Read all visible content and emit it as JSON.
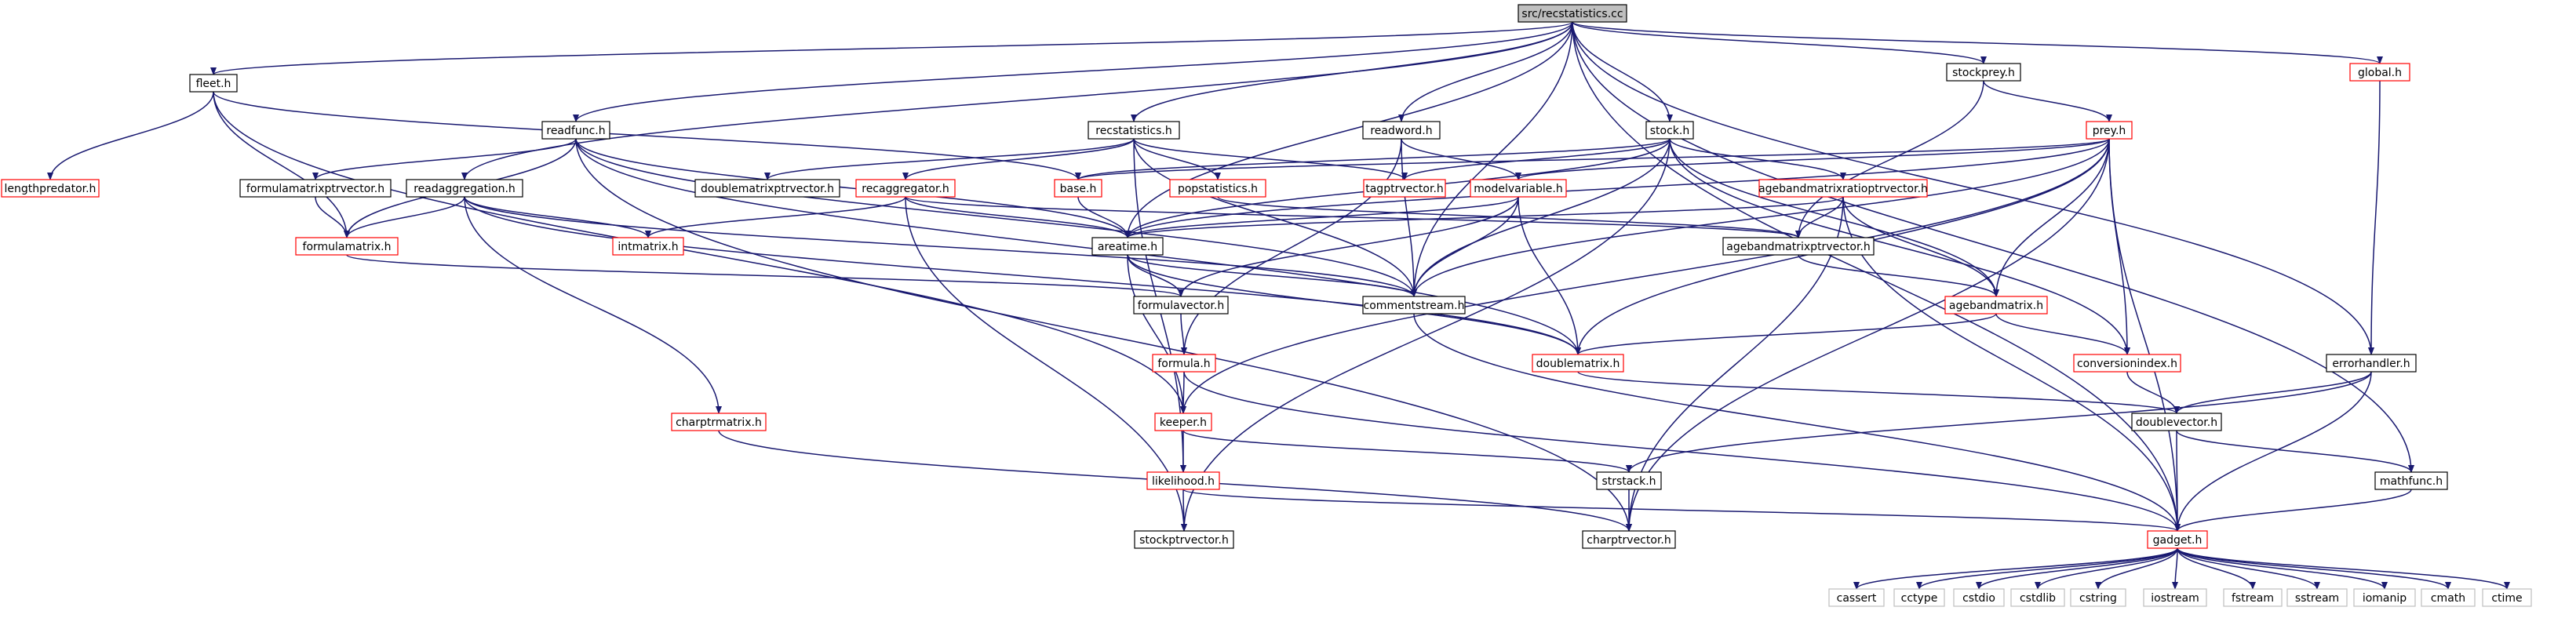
{
  "graph": {
    "colors": {
      "edge": "#191970",
      "node_border_default": "#000000",
      "node_border_missing": "#ff0000",
      "node_border_system": "#bfbfbf",
      "root_fill": "#bfbfbf",
      "node_fill": "#ffffff",
      "text": "#000000"
    },
    "nodes": [
      {
        "id": "recstatistics_cc",
        "label": "src/recstatistics.cc",
        "kind": "root"
      },
      {
        "id": "fleet_h",
        "label": "fleet.h",
        "kind": "normal"
      },
      {
        "id": "readfunc_h",
        "label": "readfunc.h",
        "kind": "normal"
      },
      {
        "id": "recstatistics_h",
        "label": "recstatistics.h",
        "kind": "normal"
      },
      {
        "id": "readword_h",
        "label": "readword.h",
        "kind": "normal"
      },
      {
        "id": "stock_h",
        "label": "stock.h",
        "kind": "normal"
      },
      {
        "id": "stockprey_h",
        "label": "stockprey.h",
        "kind": "normal"
      },
      {
        "id": "global_h",
        "label": "global.h",
        "kind": "missing"
      },
      {
        "id": "lengthpredator_h",
        "label": "lengthpredator.h",
        "kind": "missing"
      },
      {
        "id": "formulamatrixptrvector_h",
        "label": "formulamatrixptrvector.h",
        "kind": "normal"
      },
      {
        "id": "readaggregation_h",
        "label": "readaggregation.h",
        "kind": "normal"
      },
      {
        "id": "doublematrixptrvector_h",
        "label": "doublematrixptrvector.h",
        "kind": "normal"
      },
      {
        "id": "recaggregator_h",
        "label": "recaggregator.h",
        "kind": "missing"
      },
      {
        "id": "popstatistics_h",
        "label": "popstatistics.h",
        "kind": "missing"
      },
      {
        "id": "base_h",
        "label": "base.h",
        "kind": "missing"
      },
      {
        "id": "tagptrvector_h",
        "label": "tagptrvector.h",
        "kind": "missing"
      },
      {
        "id": "modelvariable_h",
        "label": "modelvariable.h",
        "kind": "missing"
      },
      {
        "id": "agebandmatrixratioptrvector_h",
        "label": "agebandmatrixratioptrvector.h",
        "kind": "missing"
      },
      {
        "id": "prey_h",
        "label": "prey.h",
        "kind": "missing"
      },
      {
        "id": "formulamatrix_h",
        "label": "formulamatrix.h",
        "kind": "missing"
      },
      {
        "id": "intmatrix_h",
        "label": "intmatrix.h",
        "kind": "missing"
      },
      {
        "id": "areatime_h",
        "label": "areatime.h",
        "kind": "normal"
      },
      {
        "id": "agebandmatrixptrvector_h",
        "label": "agebandmatrixptrvector.h",
        "kind": "normal"
      },
      {
        "id": "formulavector_h",
        "label": "formulavector.h",
        "kind": "normal"
      },
      {
        "id": "commentstream_h",
        "label": "commentstream.h",
        "kind": "normal"
      },
      {
        "id": "agebandmatrix_h",
        "label": "agebandmatrix.h",
        "kind": "missing"
      },
      {
        "id": "formula_h",
        "label": "formula.h",
        "kind": "missing"
      },
      {
        "id": "doublematrix_h",
        "label": "doublematrix.h",
        "kind": "missing"
      },
      {
        "id": "conversionindex_h",
        "label": "conversionindex.h",
        "kind": "missing"
      },
      {
        "id": "errorhandler_h",
        "label": "errorhandler.h",
        "kind": "normal"
      },
      {
        "id": "charptrmatrix_h",
        "label": "charptrmatrix.h",
        "kind": "missing"
      },
      {
        "id": "keeper_h",
        "label": "keeper.h",
        "kind": "missing"
      },
      {
        "id": "doublevector_h",
        "label": "doublevector.h",
        "kind": "normal"
      },
      {
        "id": "likelihood_h",
        "label": "likelihood.h",
        "kind": "missing"
      },
      {
        "id": "strstack_h",
        "label": "strstack.h",
        "kind": "normal"
      },
      {
        "id": "mathfunc_h",
        "label": "mathfunc.h",
        "kind": "normal"
      },
      {
        "id": "stockptrvector_h",
        "label": "stockptrvector.h",
        "kind": "normal"
      },
      {
        "id": "charptrvector_h",
        "label": "charptrvector.h",
        "kind": "normal"
      },
      {
        "id": "gadget_h",
        "label": "gadget.h",
        "kind": "missing"
      },
      {
        "id": "cassert",
        "label": "cassert",
        "kind": "system"
      },
      {
        "id": "cctype",
        "label": "cctype",
        "kind": "system"
      },
      {
        "id": "cstdio",
        "label": "cstdio",
        "kind": "system"
      },
      {
        "id": "cstdlib",
        "label": "cstdlib",
        "kind": "system"
      },
      {
        "id": "cstring",
        "label": "cstring",
        "kind": "system"
      },
      {
        "id": "iostream",
        "label": "iostream",
        "kind": "system"
      },
      {
        "id": "fstream",
        "label": "fstream",
        "kind": "system"
      },
      {
        "id": "sstream",
        "label": "sstream",
        "kind": "system"
      },
      {
        "id": "iomanip",
        "label": "iomanip",
        "kind": "system"
      },
      {
        "id": "cmath",
        "label": "cmath",
        "kind": "system"
      },
      {
        "id": "ctime",
        "label": "ctime",
        "kind": "system"
      }
    ],
    "edges": [
      [
        "recstatistics_cc",
        "fleet_h"
      ],
      [
        "recstatistics_cc",
        "readfunc_h"
      ],
      [
        "recstatistics_cc",
        "readaggregation_h"
      ],
      [
        "recstatistics_cc",
        "recstatistics_h"
      ],
      [
        "recstatistics_cc",
        "readword_h"
      ],
      [
        "recstatistics_cc",
        "stock_h"
      ],
      [
        "recstatistics_cc",
        "stockprey_h"
      ],
      [
        "recstatistics_cc",
        "global_h"
      ],
      [
        "recstatistics_cc",
        "areatime_h"
      ],
      [
        "recstatistics_cc",
        "commentstream_h"
      ],
      [
        "recstatistics_cc",
        "errorhandler_h"
      ],
      [
        "recstatistics_cc",
        "mathfunc_h"
      ],
      [
        "recstatistics_cc",
        "gadget_h"
      ],
      [
        "fleet_h",
        "lengthpredator_h"
      ],
      [
        "fleet_h",
        "formulamatrix_h"
      ],
      [
        "fleet_h",
        "base_h"
      ],
      [
        "fleet_h",
        "keeper_h"
      ],
      [
        "readfunc_h",
        "formulamatrixptrvector_h"
      ],
      [
        "readfunc_h",
        "formulamatrix_h"
      ],
      [
        "readfunc_h",
        "areatime_h"
      ],
      [
        "readfunc_h",
        "commentstream_h"
      ],
      [
        "readfunc_h",
        "doublematrix_h"
      ],
      [
        "readfunc_h",
        "charptrvector_h"
      ],
      [
        "recstatistics_h",
        "doublematrixptrvector_h"
      ],
      [
        "recstatistics_h",
        "recaggregator_h"
      ],
      [
        "recstatistics_h",
        "popstatistics_h"
      ],
      [
        "recstatistics_h",
        "tagptrvector_h"
      ],
      [
        "recstatistics_h",
        "commentstream_h"
      ],
      [
        "recstatistics_h",
        "likelihood_h"
      ],
      [
        "readword_h",
        "modelvariable_h"
      ],
      [
        "readword_h",
        "commentstream_h"
      ],
      [
        "readword_h",
        "formula_h"
      ],
      [
        "stock_h",
        "base_h"
      ],
      [
        "stock_h",
        "tagptrvector_h"
      ],
      [
        "stock_h",
        "agebandmatrixratioptrvector_h"
      ],
      [
        "stock_h",
        "areatime_h"
      ],
      [
        "stock_h",
        "commentstream_h"
      ],
      [
        "stock_h",
        "agebandmatrix_h"
      ],
      [
        "stock_h",
        "conversionindex_h"
      ],
      [
        "stock_h",
        "stockptrvector_h"
      ],
      [
        "stockprey_h",
        "prey_h"
      ],
      [
        "stockprey_h",
        "agebandmatrixptrvector_h"
      ],
      [
        "global_h",
        "errorhandler_h"
      ],
      [
        "formulamatrixptrvector_h",
        "formulamatrix_h"
      ],
      [
        "readaggregation_h",
        "formulamatrix_h"
      ],
      [
        "readaggregation_h",
        "intmatrix_h"
      ],
      [
        "readaggregation_h",
        "commentstream_h"
      ],
      [
        "readaggregation_h",
        "charptrmatrix_h"
      ],
      [
        "readaggregation_h",
        "doublematrix_h"
      ],
      [
        "recaggregator_h",
        "intmatrix_h"
      ],
      [
        "recaggregator_h",
        "areatime_h"
      ],
      [
        "recaggregator_h",
        "agebandmatrixptrvector_h"
      ],
      [
        "recaggregator_h",
        "stockptrvector_h"
      ],
      [
        "base_h",
        "areatime_h"
      ],
      [
        "popstatistics_h",
        "agebandmatrixptrvector_h"
      ],
      [
        "modelvariable_h",
        "formulavector_h"
      ],
      [
        "modelvariable_h",
        "commentstream_h"
      ],
      [
        "modelvariable_h",
        "doublematrix_h"
      ],
      [
        "modelvariable_h",
        "areatime_h"
      ],
      [
        "agebandmatrixratioptrvector_h",
        "agebandmatrixptrvector_h"
      ],
      [
        "agebandmatrixratioptrvector_h",
        "agebandmatrix_h"
      ],
      [
        "agebandmatrixratioptrvector_h",
        "areatime_h"
      ],
      [
        "agebandmatrixratioptrvector_h",
        "charptrvector_h"
      ],
      [
        "agebandmatrixratioptrvector_h",
        "gadget_h"
      ],
      [
        "prey_h",
        "areatime_h"
      ],
      [
        "prey_h",
        "commentstream_h"
      ],
      [
        "prey_h",
        "agebandmatrix_h"
      ],
      [
        "prey_h",
        "doublematrix_h"
      ],
      [
        "prey_h",
        "conversionindex_h"
      ],
      [
        "prey_h",
        "keeper_h"
      ],
      [
        "prey_h",
        "charptrvector_h"
      ],
      [
        "prey_h",
        "gadget_h"
      ],
      [
        "prey_h",
        "modelvariable_h"
      ],
      [
        "prey_h",
        "base_h"
      ],
      [
        "formulamatrix_h",
        "formulavector_h"
      ],
      [
        "areatime_h",
        "formulavector_h"
      ],
      [
        "areatime_h",
        "commentstream_h"
      ],
      [
        "areatime_h",
        "keeper_h"
      ],
      [
        "areatime_h",
        "doublematrix_h"
      ],
      [
        "agebandmatrixptrvector_h",
        "agebandmatrix_h"
      ],
      [
        "formulavector_h",
        "formula_h"
      ],
      [
        "commentstream_h",
        "gadget_h"
      ],
      [
        "agebandmatrix_h",
        "doublematrix_h"
      ],
      [
        "agebandmatrix_h",
        "conversionindex_h"
      ],
      [
        "formula_h",
        "keeper_h"
      ],
      [
        "formula_h",
        "gadget_h"
      ],
      [
        "doublematrix_h",
        "doublevector_h"
      ],
      [
        "conversionindex_h",
        "doublevector_h"
      ],
      [
        "errorhandler_h",
        "doublevector_h"
      ],
      [
        "errorhandler_h",
        "strstack_h"
      ],
      [
        "errorhandler_h",
        "gadget_h"
      ],
      [
        "charptrmatrix_h",
        "charptrvector_h"
      ],
      [
        "keeper_h",
        "likelihood_h"
      ],
      [
        "keeper_h",
        "strstack_h"
      ],
      [
        "doublevector_h",
        "gadget_h"
      ],
      [
        "doublevector_h",
        "mathfunc_h"
      ],
      [
        "likelihood_h",
        "stockptrvector_h"
      ],
      [
        "likelihood_h",
        "gadget_h"
      ],
      [
        "strstack_h",
        "charptrvector_h"
      ],
      [
        "mathfunc_h",
        "gadget_h"
      ],
      [
        "gadget_h",
        "cassert"
      ],
      [
        "gadget_h",
        "cctype"
      ],
      [
        "gadget_h",
        "cstdio"
      ],
      [
        "gadget_h",
        "cstdlib"
      ],
      [
        "gadget_h",
        "cstring"
      ],
      [
        "gadget_h",
        "iostream"
      ],
      [
        "gadget_h",
        "fstream"
      ],
      [
        "gadget_h",
        "sstream"
      ],
      [
        "gadget_h",
        "iomanip"
      ],
      [
        "gadget_h",
        "cmath"
      ],
      [
        "gadget_h",
        "ctime"
      ]
    ]
  }
}
